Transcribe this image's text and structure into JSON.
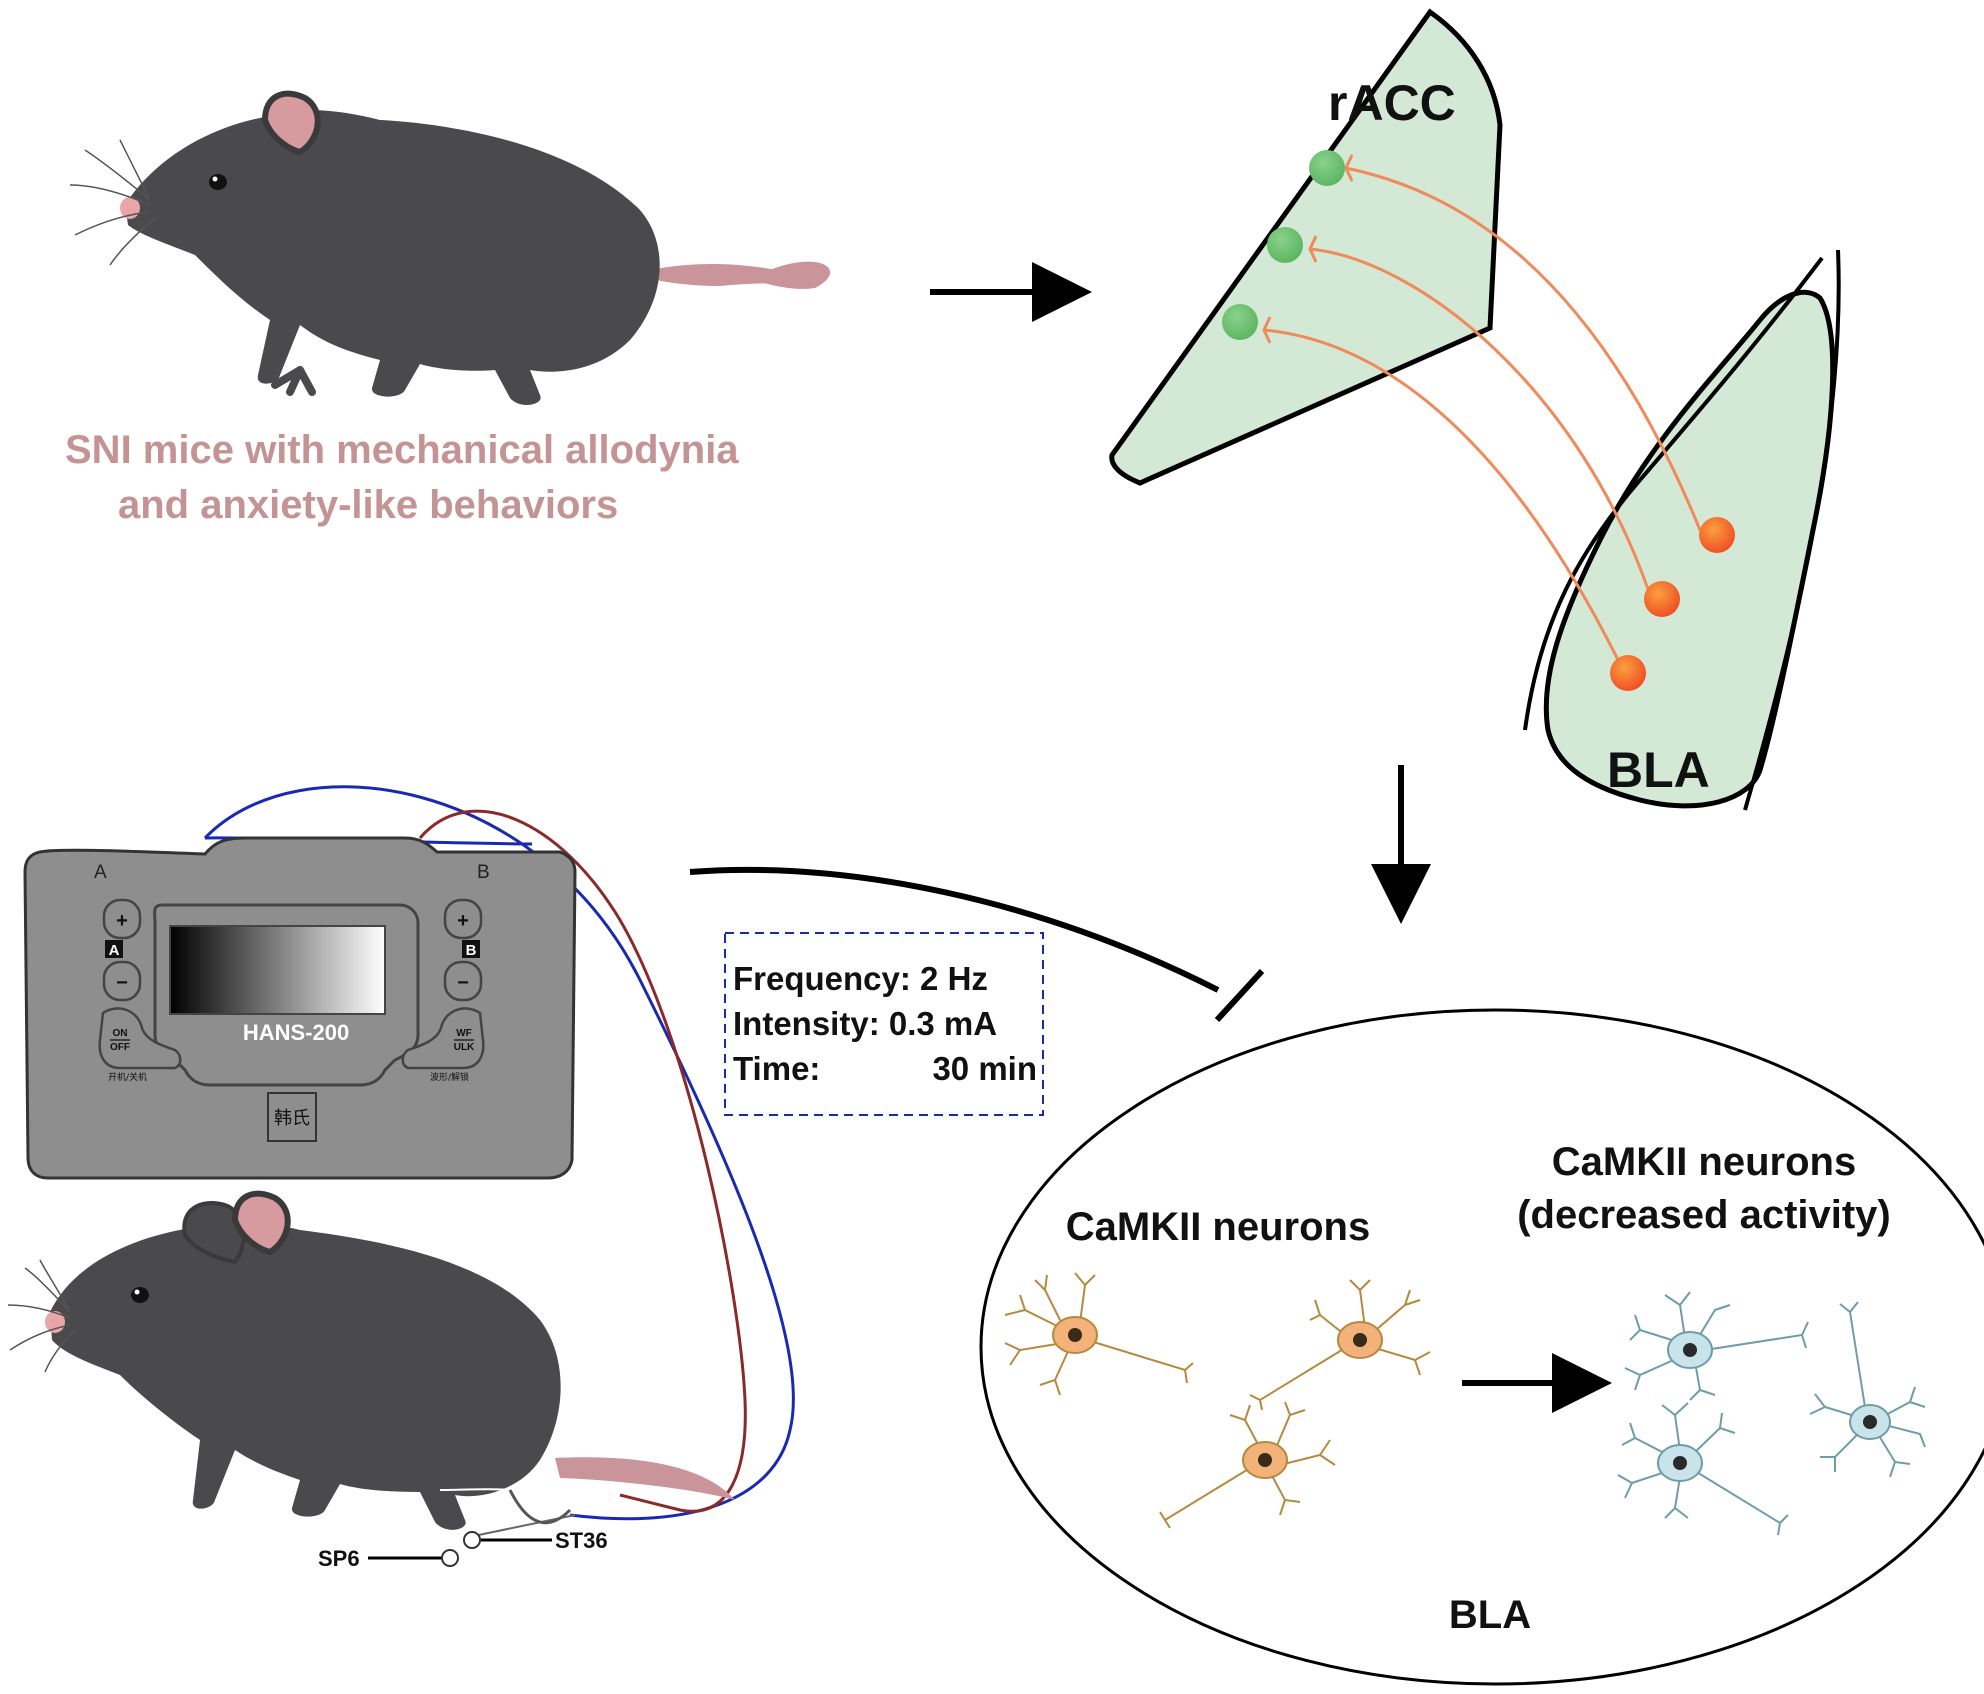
{
  "top_caption": {
    "line1": "SNI mice with mechanical allodynia",
    "line2": "and anxiety-like behaviors"
  },
  "regions": {
    "racc_label": "rACC",
    "bla_top_label": "BLA",
    "bla_circle_label": "BLA"
  },
  "device": {
    "model": "HANS-200",
    "port_a": "A",
    "port_b": "B",
    "channel_a": "A",
    "channel_b": "B",
    "plus": "+",
    "minus": "−",
    "on_top": "ON",
    "on_bottom": "OFF",
    "wf_top": "WF",
    "wf_bottom": "ULK",
    "left_caption": "开机/关机",
    "right_caption": "波形/解锁",
    "brand": "韩氏"
  },
  "params": {
    "frequency": "Frequency: 2 Hz",
    "intensity": "Intensity: 0.3 mA",
    "time_label": "Time:",
    "time_value": "30 min"
  },
  "acupoints": {
    "sp6": "SP6",
    "st36": "ST36"
  },
  "neurons": {
    "left_label": "CaMKII neurons",
    "right_label_line1": "CaMKII neurons",
    "right_label_line2": "(decreased activity)"
  },
  "colors": {
    "caption": "#C49393",
    "region_fill": "#D4E8D6",
    "green_neuron": "#6CC070",
    "orange_target": "#F05A28",
    "axon": "#F08A5A",
    "device_body": "#8E8E8E",
    "blue_wire": "#1A2AB0",
    "red_wire": "#8A2A2A",
    "orange_neuron": "#F2B27A",
    "blue_neuron": "#C9E3EA",
    "mouse": "#4A4A4C",
    "mouse_ear": "#D79A9E"
  }
}
